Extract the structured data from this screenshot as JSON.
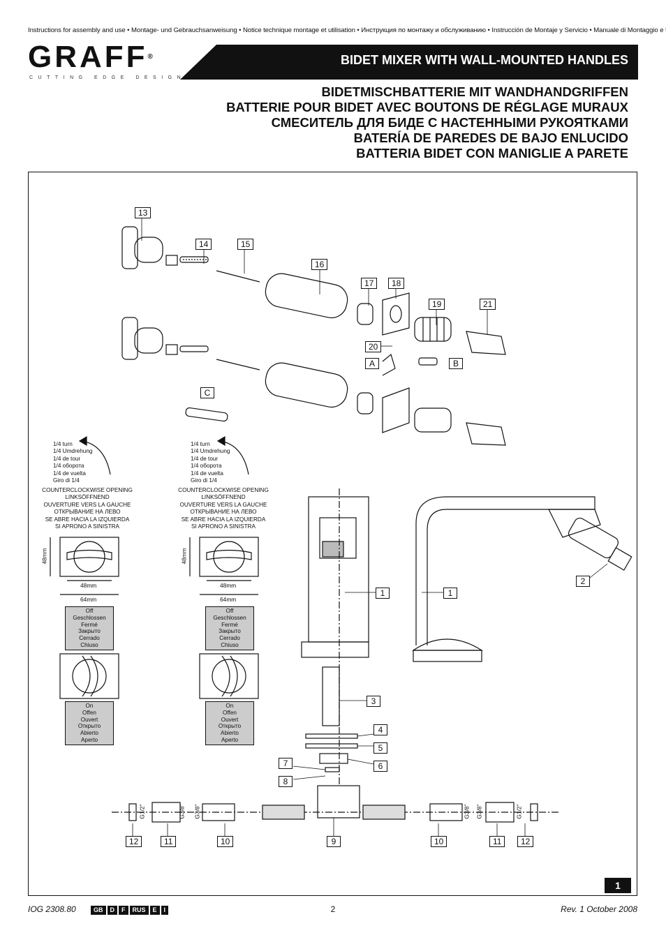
{
  "header": {
    "instructions_line": "Instructions for assembly and use • Montage- und Gebrauchsanweisung • Notice technique montage et utilisation • Инструкция по монтажу и обслуживанию • Instrucción de Montaje y Servicio • Manuale di Montaggio e Uso",
    "logo": "GRAFF",
    "logo_mark": "®",
    "tagline": "CUTTING EDGE DESIGN",
    "title": "BIDET MIXER WITH WALL-MOUNTED HANDLES",
    "subtitles": [
      "BIDETMISCHBATTERIE MIT WANDHANDGRIFFEN",
      "BATTERIE POUR BIDET AVEC BOUTONS DE RÉGLAGE MURAUX",
      "СМЕСИТЕЛЬ ДЛЯ БИДЕ С НАСТЕННЫМИ  РУКОЯТКАМИ",
      "BATERÍA DE PAREDES DE BAJO ENLUCIDO",
      "BATTERIA BIDET CON MANIGLIE A PARETE"
    ]
  },
  "part_labels": {
    "p13": "13",
    "p14": "14",
    "p15": "15",
    "p16": "16",
    "p17": "17",
    "p18": "18",
    "p19": "19",
    "p20": "20",
    "p21": "21",
    "pA": "A",
    "pB": "B",
    "pC": "C",
    "p1a": "1",
    "p1b": "1",
    "p2": "2",
    "p3": "3",
    "p4": "4",
    "p5": "5",
    "p6": "6",
    "p7": "7",
    "p8": "8",
    "p9": "9",
    "p10a": "10",
    "p10b": "10",
    "p11a": "11",
    "p11b": "11",
    "p12a": "12",
    "p12b": "12"
  },
  "turn_instruction": {
    "lines": [
      "1/4 turn",
      "1/4 Umdrehung",
      "1/4 de tour",
      "1/4 оборота",
      "1/4 de vuelta",
      "Giro di 1/4"
    ],
    "opening": [
      "COUNTERCLOCKWISE OPENING",
      "LINKSÖFFNEND",
      "OUVERTURE VERS LA GAUCHE",
      "ОТКРЫВАНИЕ НА ЛЕВО",
      "SE ABRE HACIA LA IZQUIERDA",
      "SI APRONO A SINISTRA"
    ]
  },
  "dimensions": {
    "height": "48mm",
    "inner_width": "48mm",
    "outer_width": "64mm"
  },
  "state_off": [
    "Off",
    "Geschlossen",
    "Fermé",
    "Закрыто",
    "Cerrado",
    "Chiuso"
  ],
  "state_on": [
    "On",
    "Offen",
    "Ouvert",
    "Открыто",
    "Abierto",
    "Aperto"
  ],
  "thread_labels": {
    "g12": "G1/2\"",
    "g38": "G3/8\""
  },
  "footer": {
    "doc_id": "IOG 2308.80",
    "languages": [
      "GB",
      "D",
      "F",
      "RUS",
      "E",
      "I"
    ],
    "page_number": "2",
    "revision": "Rev. 1 October 2008",
    "figure_number": "1"
  }
}
